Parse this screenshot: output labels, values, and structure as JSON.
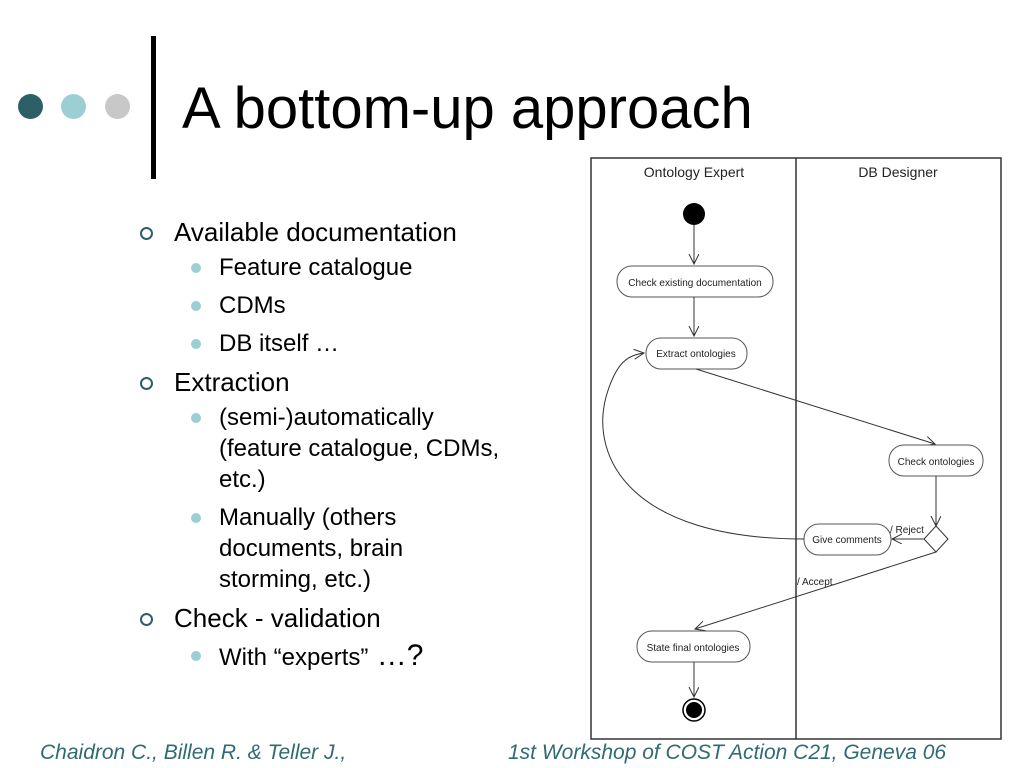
{
  "slide": {
    "title": "A bottom-up approach",
    "accent_colors": [
      "#2c5f66",
      "#9ccfd4",
      "#c8c8c8"
    ]
  },
  "bullets": [
    {
      "text": "Available documentation",
      "sub": [
        {
          "text": "Feature catalogue"
        },
        {
          "text": "CDMs"
        },
        {
          "text": "DB itself …"
        }
      ]
    },
    {
      "text": "Extraction",
      "sub": [
        {
          "text": "(semi-)automatically (feature catalogue, CDMs, etc.)"
        },
        {
          "text": "Manually (others documents, brain storming, etc.)"
        }
      ]
    },
    {
      "text": "Check - validation",
      "sub": [
        {
          "text": "With “experts”",
          "suffix": " …?"
        }
      ]
    }
  ],
  "diagram": {
    "lanes": [
      "Ontology Expert",
      "DB Designer"
    ],
    "activities": {
      "check_docs": "Check existing documentation",
      "extract": "Extract ontologies",
      "check_ont": "Check ontologies",
      "comments": "Give comments",
      "final": "State final ontologies"
    },
    "guards": {
      "reject": "/ Reject",
      "accept": "/ Accept"
    }
  },
  "footer": {
    "left": "Chaidron C., Billen R. & Teller J.,",
    "right": "1st Workshop of COST Action C21, Geneva 06"
  }
}
